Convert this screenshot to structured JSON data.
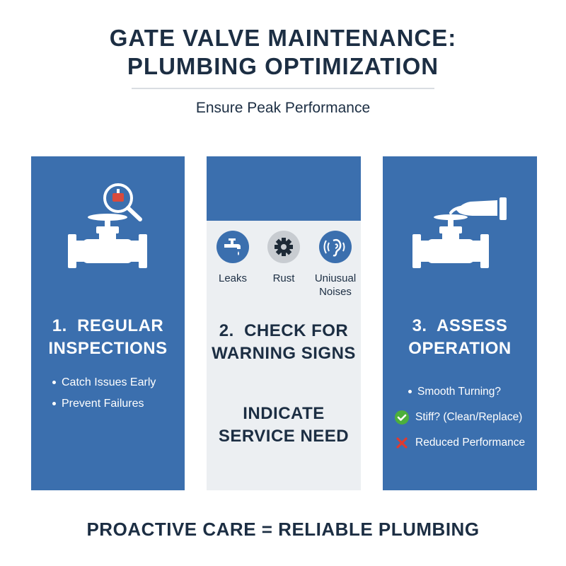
{
  "header": {
    "title_line1": "GATE VALVE MAINTENANCE:",
    "title_line2": "PLUMBING OPTIMIZATION",
    "subtitle": "Ensure Peak Performance"
  },
  "panels": [
    {
      "icon": "valve-with-magnifier-icon",
      "heading_line1": "1.  REGULAR",
      "heading_line2": "INSPECTIONS",
      "bullets": [
        "Catch Issues Early",
        "Prevent Failures"
      ]
    },
    {
      "heading_line1": "2.  CHECK FOR",
      "heading_line2": "WARNING SIGNS",
      "signs": [
        {
          "icon": "faucet-drip-icon",
          "label": "Leaks"
        },
        {
          "icon": "gear-icon",
          "label": "Rust"
        },
        {
          "icon": "ear-sound-icon",
          "label_line1": "Uniusual",
          "label_line2": "Noises"
        }
      ],
      "note_line1": "INDICATE",
      "note_line2": "SERVICE NEED"
    },
    {
      "icon": "hand-turning-valve-icon",
      "heading_line1": "3.  ASSESS",
      "heading_line2": "OPERATION",
      "items": [
        {
          "icon": "bullet",
          "label": "Smooth Turning?"
        },
        {
          "icon": "check-circle-icon",
          "label": "Stiff? (Clean/Replace)"
        },
        {
          "icon": "x-mark-icon",
          "label": "Reduced Performance"
        }
      ]
    }
  ],
  "footer": "PROACTIVE CARE = RELIABLE PLUMBING",
  "colors": {
    "panel_blue": "#3b6fae",
    "panel_gray": "#eceff2",
    "text_navy": "#1c2e43",
    "check_green": "#4caf3c",
    "x_red": "#e03a2f"
  }
}
